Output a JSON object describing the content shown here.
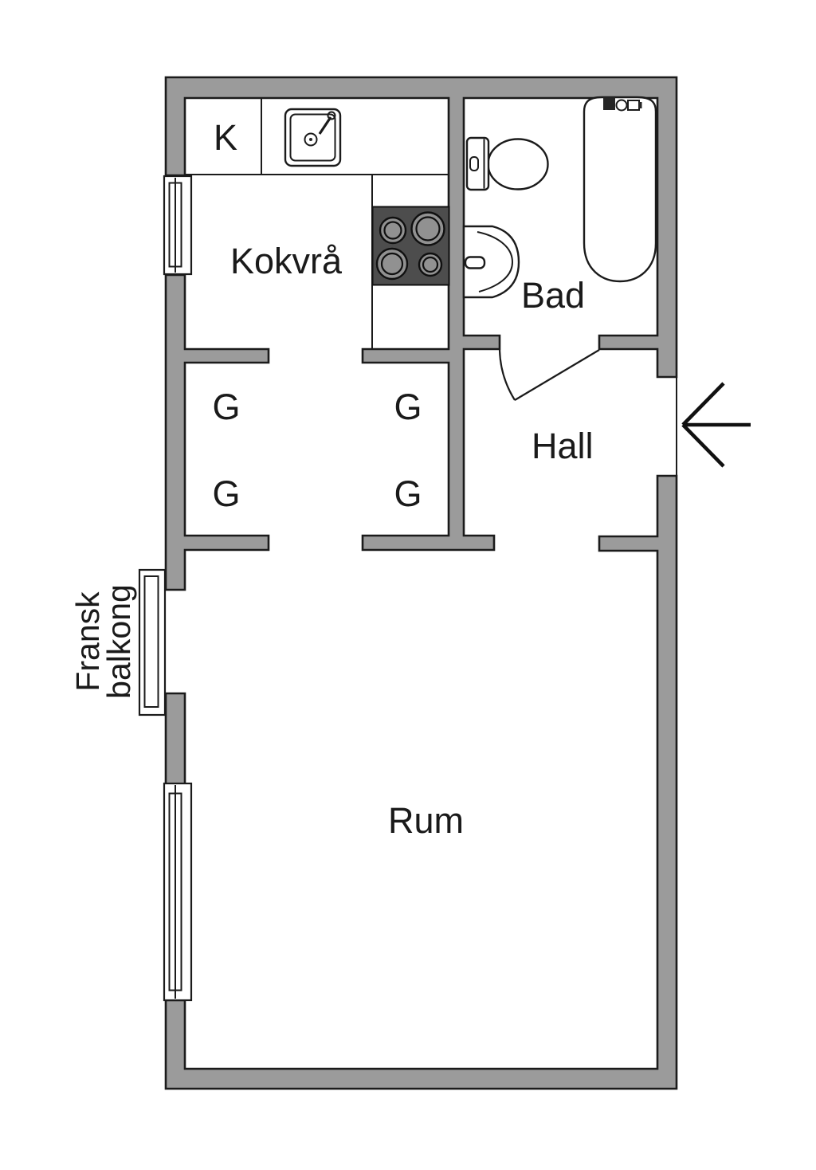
{
  "rooms": {
    "kitchenette": {
      "label": "Kokvrå"
    },
    "bathroom": {
      "label": "Bad"
    },
    "hallway": {
      "label": "Hall"
    },
    "main_room": {
      "label": "Rum"
    }
  },
  "fixtures": {
    "counter_label": "K"
  },
  "wardrobes": [
    {
      "label": "G"
    },
    {
      "label": "G"
    },
    {
      "label": "G"
    },
    {
      "label": "G"
    }
  ],
  "balcony": {
    "line1": "Fransk",
    "line2": "balkong"
  },
  "symbols": [
    "kitchen-sink",
    "stove-4-burners",
    "toilet",
    "bathroom-sink",
    "bathtub",
    "door-swing",
    "entrance-arrow",
    "window",
    "french-balcony-door"
  ],
  "colors": {
    "background": "#ffffff",
    "wall_fill": "#9b9b9b",
    "outline": "#1b1b1b",
    "stove_fill": "#4d4d4d",
    "burner_fill": "#919191",
    "text": "#1a1a1a"
  }
}
